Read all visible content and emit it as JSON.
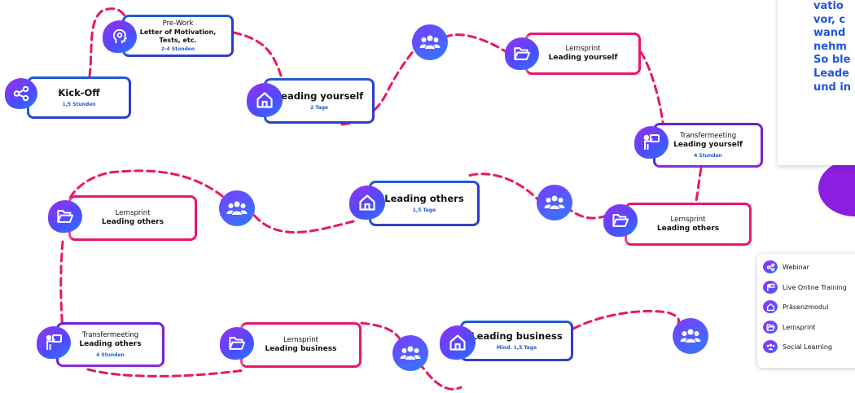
{
  "cards": {
    "kickoff": {
      "title": "Kick-Off",
      "duration": "1,5 Stunden"
    },
    "prework": {
      "kind": "Pre-Work",
      "title_line1": "Letter of Motivation,",
      "title_line2": "Tests, etc.",
      "duration": "2-4 Stunden"
    },
    "ly_module": {
      "title": "Leading yourself",
      "duration": "2 Tage"
    },
    "ly_sprint": {
      "kind": "Lernsprint",
      "title": "Leading yourself"
    },
    "ly_transfer": {
      "kind": "Transfermeeting",
      "title": "Leading yourself",
      "duration": "4 Stunden"
    },
    "lo_sprint_r": {
      "kind": "Lernsprint",
      "title": "Leading others"
    },
    "lo_module": {
      "title": "Leading others",
      "duration": "1,5 Tage"
    },
    "lo_sprint_l": {
      "kind": "Lernsprint",
      "title": "Leading others"
    },
    "lo_transfer": {
      "kind": "Transfermeeting",
      "title": "Leading others",
      "duration": "4 Stunden"
    },
    "lb_sprint": {
      "kind": "Lernsprint",
      "title": "Leading business"
    },
    "lb_module": {
      "title": "Leading business",
      "duration": "Mind. 1,5 Tage"
    }
  },
  "side_text": [
    "vatio",
    "vor, c",
    "wand",
    "nehm",
    "So ble",
    "Leade",
    "und in"
  ],
  "legend": [
    {
      "label": "Webinar",
      "icon": "share-icon"
    },
    {
      "label": "Live Online Training",
      "icon": "presenter-icon"
    },
    {
      "label": "Präsenzmodul",
      "icon": "house-icon"
    },
    {
      "label": "Lernsprint",
      "icon": "folder-icon"
    },
    {
      "label": "Social Learning",
      "icon": "group-icon"
    }
  ],
  "colors": {
    "path": "#e8185f",
    "blue_border": "#1e5bd8",
    "pink_border": "#e6176f",
    "purple_border": "#6a22cf",
    "accent_text": "#1f55e0"
  }
}
